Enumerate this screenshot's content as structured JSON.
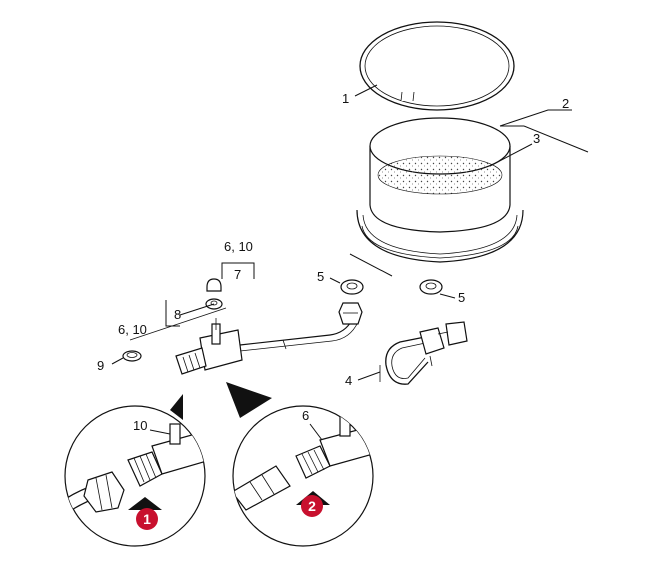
{
  "labels": {
    "l1": "1",
    "l2": "2",
    "l3": "3",
    "l4": "4",
    "l5a": "5",
    "l5b": "5",
    "l6_10a": "6, 10",
    "l7": "7",
    "l8": "8",
    "l6_10b": "6, 10",
    "l9": "9",
    "l10": "10",
    "l6": "6"
  },
  "steps": {
    "step1": "1",
    "step2": "2"
  },
  "colors": {
    "badge": "#c8102e",
    "ink": "#111111"
  }
}
